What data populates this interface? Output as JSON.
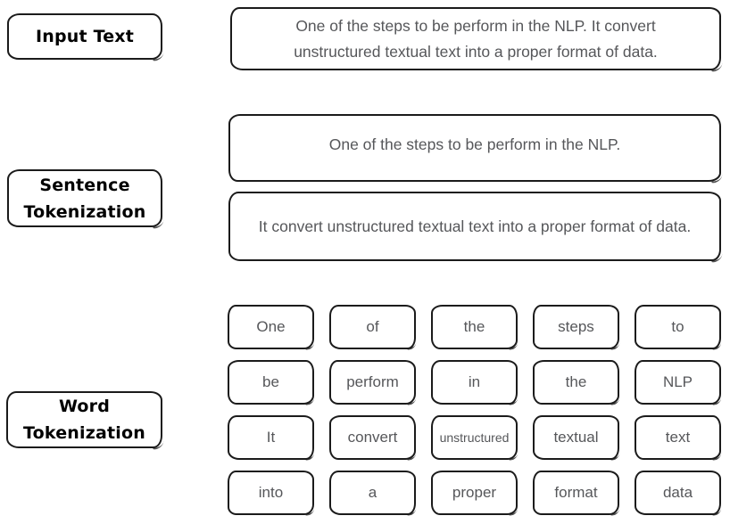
{
  "labels": {
    "input_text": "Input Text",
    "sentence_tokenization": "Sentence Tokenization",
    "word_tokenization": "Word Tokenization"
  },
  "input_box": {
    "text": "One of the steps to be perform in the NLP. It convert unstructured textual text into a proper format of data."
  },
  "sentence_boxes": [
    {
      "text": "One of the steps to be perform in the NLP."
    },
    {
      "text": "It convert unstructured textual text into a proper format of data."
    }
  ],
  "word_rows": [
    [
      "One",
      "of",
      "the",
      "steps",
      "to"
    ],
    [
      "be",
      "perform",
      "in",
      "the",
      "NLP"
    ],
    [
      "It",
      "convert",
      "unstructured",
      "textual",
      "text"
    ],
    [
      "into",
      "a",
      "proper",
      "format",
      "data"
    ]
  ],
  "colors": {
    "border": "#1b1b1b",
    "label_text": "#000000",
    "body_text": "#56575a",
    "background": "#ffffff"
  }
}
